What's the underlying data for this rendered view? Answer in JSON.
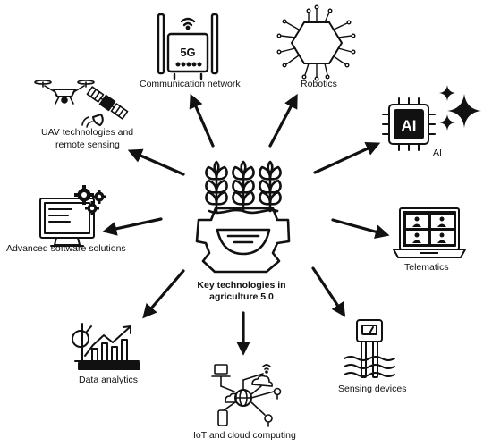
{
  "center": {
    "title": "Key technologies in agriculture 5.0"
  },
  "nodes": [
    {
      "id": "communication",
      "label": "Communication network",
      "icon": "5g-router-icon",
      "icon_text": "5G"
    },
    {
      "id": "robotics",
      "label": "Robotics",
      "icon": "robotic-chip-icon"
    },
    {
      "id": "ai",
      "label": "AI",
      "icon": "ai-chip-icon",
      "icon_text": "AI"
    },
    {
      "id": "telematics",
      "label": "Telematics",
      "icon": "laptop-video-call-icon"
    },
    {
      "id": "sensing",
      "label": "Sensing devices",
      "icon": "soil-sensor-icon"
    },
    {
      "id": "iot",
      "label": "IoT and cloud computing",
      "icon": "iot-cloud-network-icon"
    },
    {
      "id": "analytics",
      "label": "Data analytics",
      "icon": "analytics-chart-icon"
    },
    {
      "id": "software",
      "label": "Advanced software solutions",
      "icon": "computer-gears-icon"
    },
    {
      "id": "uav",
      "label": "UAV technologies and remote sensing",
      "label_lines": [
        "UAV technologies and",
        "remote sensing"
      ],
      "icon": "drone-satellite-icon"
    }
  ],
  "colors": {
    "ink": "#111111",
    "background": "#ffffff"
  }
}
